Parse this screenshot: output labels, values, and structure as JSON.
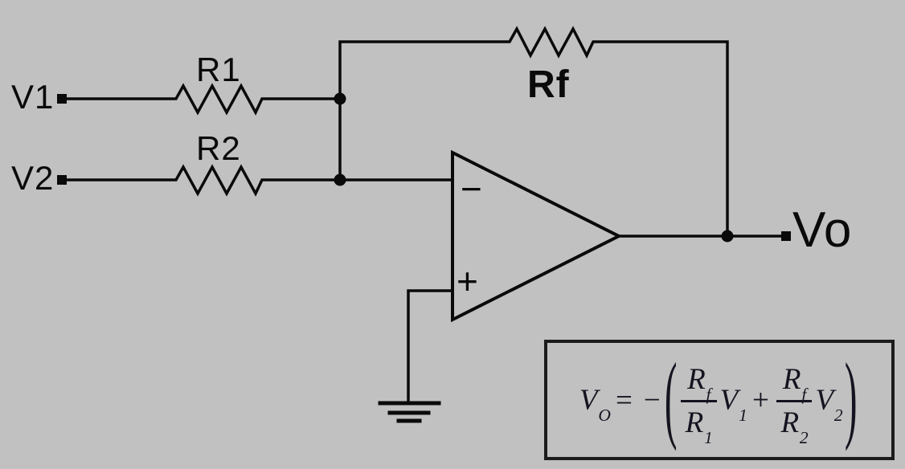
{
  "colors": {
    "background": "#c1c1c1",
    "line": "#0a0a0a",
    "formula_ink": "#141420"
  },
  "labels": {
    "input1": "V1",
    "input2": "V2",
    "resistor1": "R1",
    "resistor2": "R2",
    "feedback_resistor": "Rf",
    "output": "Vo"
  },
  "opamp": {
    "inverting_input": "−",
    "noninverting_input": "+"
  },
  "formula": {
    "lhs_base": "V",
    "lhs_sub": "O",
    "equals_sign": "=",
    "minus_sign": "−",
    "open_paren": "(",
    "close_paren": ")",
    "plus_sign": "+",
    "term1": {
      "num_base": "R",
      "num_sub": "f",
      "den_base": "R",
      "den_sub": "1",
      "mul_base": "V",
      "mul_sub": "1"
    },
    "term2": {
      "num_base": "R",
      "num_sub": "f",
      "den_base": "R",
      "den_sub": "2",
      "mul_base": "V",
      "mul_sub": "2"
    }
  }
}
